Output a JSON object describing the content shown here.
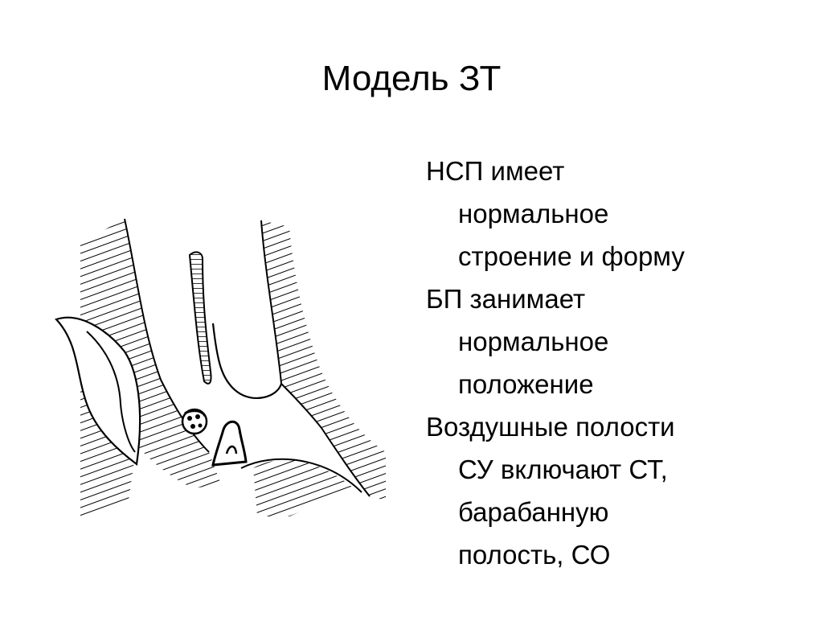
{
  "slide": {
    "title": "Модель ЗТ",
    "bullets": [
      {
        "lines": [
          "НСП имеет",
          "нормальное",
          "строение и форму"
        ]
      },
      {
        "lines": [
          "БП занимает",
          "нормальное",
          "положение"
        ]
      },
      {
        "lines": [
          "Воздушные полости",
          "СУ включают СТ,",
          "барабанную",
          "полость, СО"
        ]
      }
    ]
  }
}
